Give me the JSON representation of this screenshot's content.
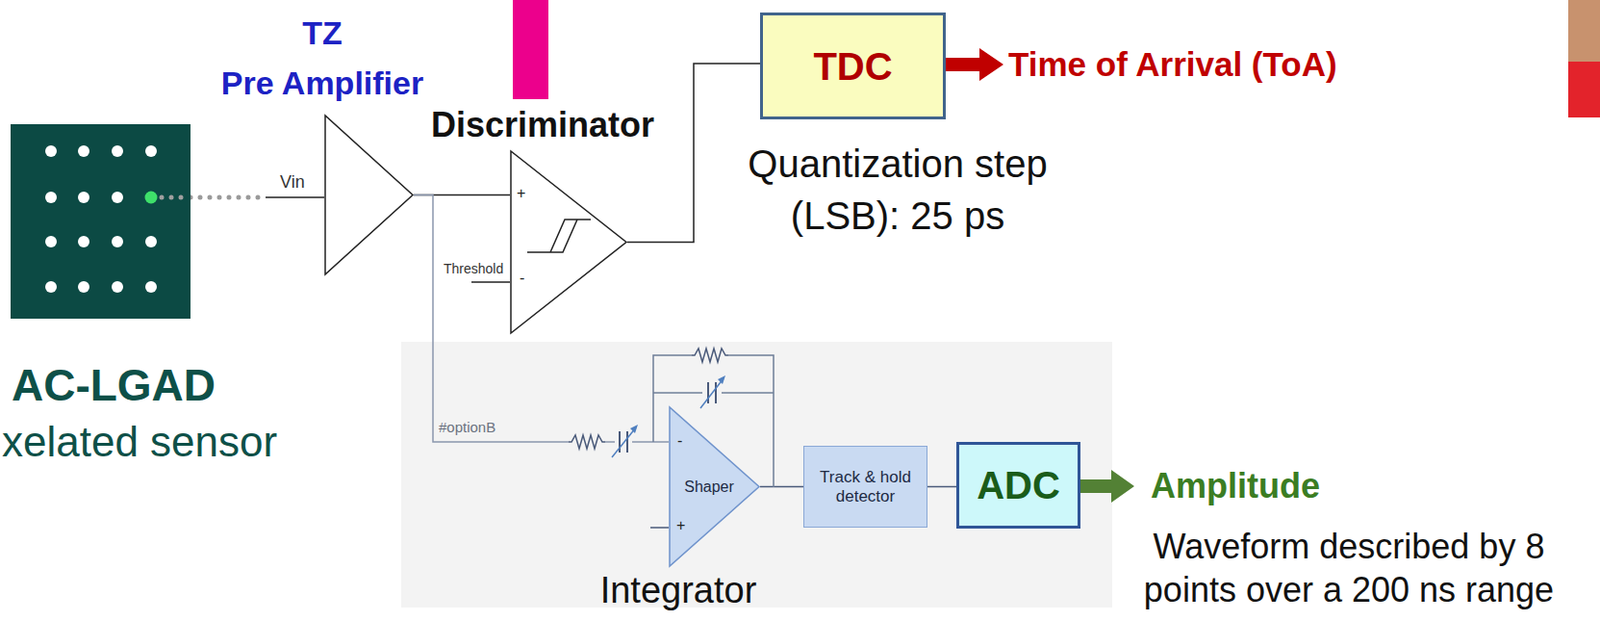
{
  "diagram": {
    "nodes": [
      {
        "text": [
          "AC-LGAD",
          "xelated sensor"
        ]
      },
      {
        "text": [
          "TZ",
          "Pre Amplifier"
        ]
      },
      {
        "text": [
          "Discriminator"
        ]
      },
      {
        "text": [
          "TDC"
        ]
      },
      {
        "text": [
          "Shaper",
          "Integrator"
        ]
      },
      {
        "text": [
          "Track & hold detector"
        ]
      },
      {
        "text": [
          "ADC"
        ]
      }
    ],
    "edges": [
      {
        "from": 0,
        "to": 1,
        "arrow": "none"
      },
      {
        "from": 1,
        "to": 2,
        "arrow": "none"
      },
      {
        "from": 2,
        "to": 3,
        "arrow": "none"
      },
      {
        "from": 1,
        "to": 4,
        "arrow": "none"
      },
      {
        "from": 4,
        "to": 5,
        "arrow": "none"
      },
      {
        "from": 5,
        "to": 6,
        "arrow": "none"
      }
    ],
    "labels": [
      "Vin",
      "Threshold",
      "+",
      "-",
      "Time of Arrival (ToA)",
      "Quantization step (LSB): 25 ps",
      "#optionB",
      "-",
      "+",
      "Amplitude",
      "Waveform described by 8 points over a 200 ns range"
    ]
  }
}
